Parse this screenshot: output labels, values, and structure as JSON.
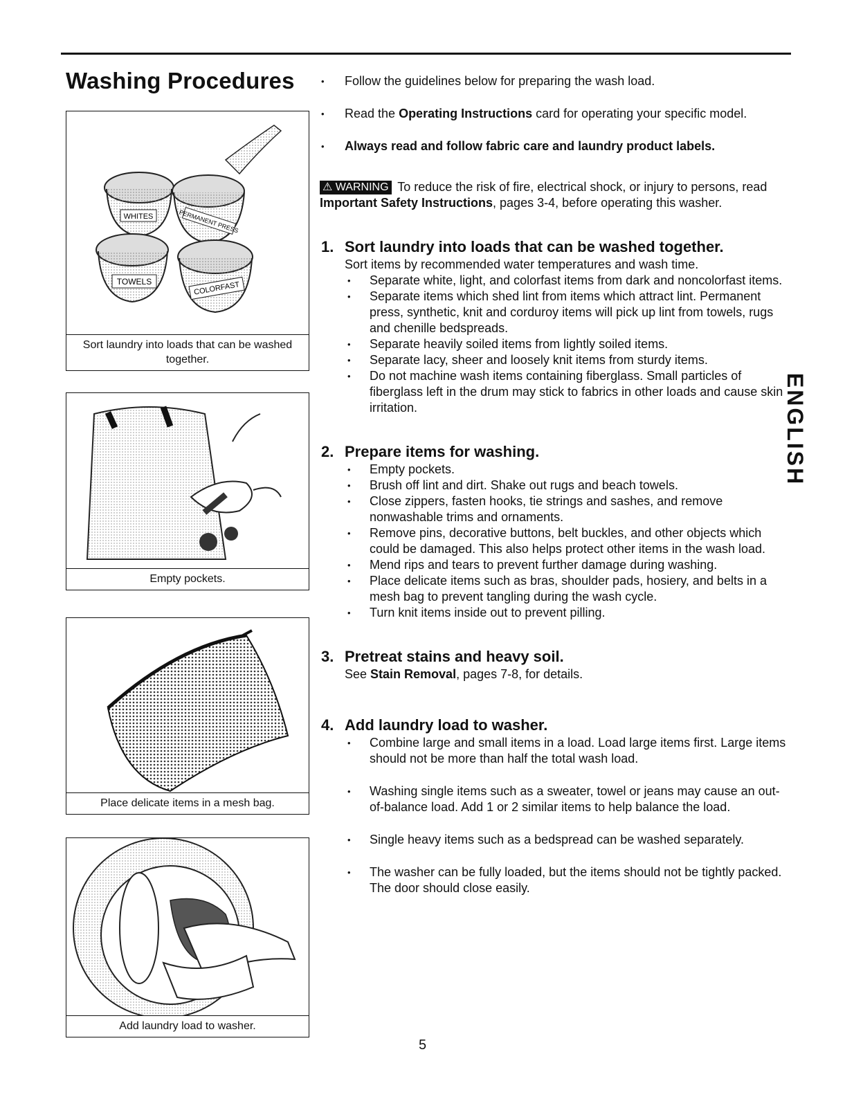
{
  "page": {
    "title": "Washing Procedures",
    "side_tab": "ENGLISH",
    "page_number": "5"
  },
  "figures": [
    {
      "caption": "Sort laundry into loads that can be washed together.",
      "icon": "laundry-baskets-illustration",
      "labels": [
        "WHITES",
        "PERMANENT PRESS",
        "TOWELS",
        "COLORFAST"
      ]
    },
    {
      "caption": "Empty pockets.",
      "icon": "empty-pockets-illustration"
    },
    {
      "caption": "Place delicate items in a mesh bag.",
      "icon": "mesh-bag-illustration"
    },
    {
      "caption": "Add laundry load to washer.",
      "icon": "load-washer-illustration"
    }
  ],
  "intro": {
    "bullet1": "Follow the guidelines below for preparing the wash load.",
    "bullet2_pre": "Read the ",
    "bullet2_bold": "Operating Instructions",
    "bullet2_post": " card for operating your specific model.",
    "bullet3": "Always read and follow fabric care and laundry product labels."
  },
  "warning": {
    "badge": "WARNING",
    "text1": " To reduce the risk of fire, electrical shock, or injury to persons, read ",
    "bold": "Important Safety Instructions",
    "text2": ", pages 3-4, before operating this washer."
  },
  "sections": [
    {
      "num": "1.",
      "title": "Sort laundry into loads that can be washed together.",
      "sub": "Sort items by recommended water temperatures and wash time.",
      "items": [
        "Separate white, light, and colorfast items from dark and noncolorfast items.",
        "Separate items which shed lint from items which attract lint. Permanent press, synthetic, knit and corduroy items will pick up lint from towels, rugs and chenille bedspreads.",
        "Separate heavily soiled items from lightly soiled items.",
        "Separate lacy, sheer and loosely knit items from sturdy items.",
        "Do not machine wash items containing fiberglass. Small particles of fiberglass left in the drum may stick to fabrics in other loads and cause skin irritation."
      ]
    },
    {
      "num": "2.",
      "title": "Prepare items for washing.",
      "items": [
        "Empty pockets.",
        "Brush off lint and dirt. Shake out rugs and beach towels.",
        "Close zippers, fasten hooks, tie strings and sashes, and remove nonwashable trims and ornaments.",
        "Remove pins, decorative buttons, belt buckles, and other objects which could be damaged. This also helps protect other items in the wash load.",
        "Mend rips and tears to prevent further damage during washing.",
        "Place delicate items such as bras, shoulder pads, hosiery, and belts in a mesh bag to prevent tangling during the wash cycle.",
        "Turn knit items inside out to prevent pilling."
      ]
    },
    {
      "num": "3.",
      "title": "Pretreat stains and heavy soil.",
      "sub_pre": "See ",
      "sub_bold": "Stain Removal",
      "sub_post": ", pages 7-8, for details."
    },
    {
      "num": "4.",
      "title": "Add laundry load to washer.",
      "items": [
        "Combine large and small items in a load. Load large items first. Large items should not be more than half the total wash load.",
        "Washing single items such as a sweater, towel or jeans may cause an out-of-balance load. Add 1 or 2 similar items to help balance the load.",
        "Single heavy items such as a bedspread can be washed separately.",
        "The washer can be fully loaded, but the items should not be tightly packed. The door should close easily."
      ]
    }
  ]
}
